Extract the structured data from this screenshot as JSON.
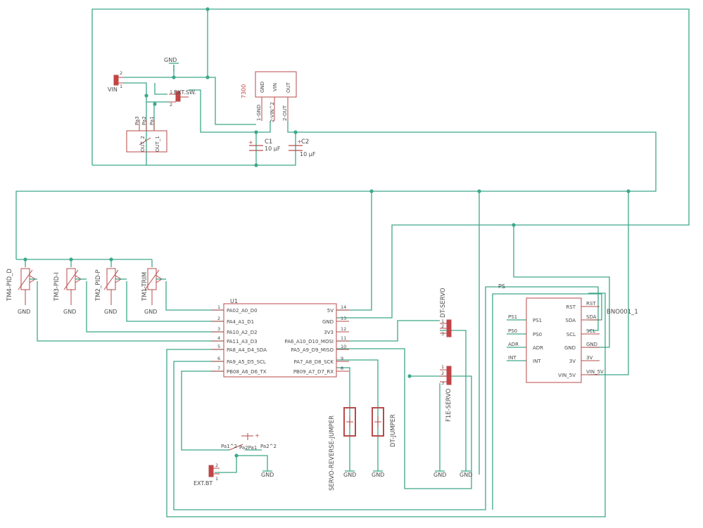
{
  "regulator": {
    "name": "7300",
    "pins": [
      "GND",
      "VIN",
      "OUT"
    ],
    "pin_labels": [
      "1-GND",
      "2-VIN^2",
      "2-OUT"
    ]
  },
  "capacitors": [
    {
      "name": "C1",
      "value": "10 µF"
    },
    {
      "name": "C2",
      "value": "10 µF"
    }
  ],
  "power": {
    "vin": "VIN",
    "gnd_top": "GND",
    "ext_sw": "EXT.SW.",
    "gnd": "GND",
    "switch_pins": [
      "Pa3",
      "Pa2",
      "Pa1"
    ],
    "switch_outs": [
      "OUT_2",
      "OUT_1"
    ]
  },
  "trimpots": [
    {
      "name": "TM4-PID_D"
    },
    {
      "name": "TM3-PID-I"
    },
    {
      "name": "TM2_PID-P"
    },
    {
      "name": "TM1-TRIM"
    }
  ],
  "mcu": {
    "name": "U1",
    "left_pins": [
      {
        "num": "1",
        "label": "PA02_A0_D0"
      },
      {
        "num": "2",
        "label": "PA4_A1_D1"
      },
      {
        "num": "3",
        "label": "PA10_A2_D2"
      },
      {
        "num": "4",
        "label": "PA11_A3_D3"
      },
      {
        "num": "5",
        "label": "PA8_A4_D4_SDA"
      },
      {
        "num": "6",
        "label": "PA9_A5_D5_SCL"
      },
      {
        "num": "7",
        "label": "PB08_A6_D6_TX"
      }
    ],
    "right_pins": [
      {
        "num": "14",
        "label": "5V"
      },
      {
        "num": "13",
        "label": "GND"
      },
      {
        "num": "12",
        "label": "3V3"
      },
      {
        "num": "11",
        "label": "PA6_A10_D10_MOSI"
      },
      {
        "num": "10",
        "label": "PA5_A9_D9_MISO"
      },
      {
        "num": "9",
        "label": "PA7_A8_D8_SCK"
      },
      {
        "num": "8",
        "label": "PB09_A7_D7_RX"
      }
    ]
  },
  "servos": [
    {
      "name": "DT-SERVO",
      "pins": [
        "1",
        "2",
        "3"
      ]
    },
    {
      "name": "F1E-SERVO",
      "pins": [
        "1",
        "2",
        "3"
      ]
    }
  ],
  "jumpers": [
    {
      "name": "SERVO-REVERSE-JUMPER"
    },
    {
      "name": "DT-JUMPER"
    }
  ],
  "sensor": {
    "name": "BNO001_1",
    "net_label": "PS",
    "left_pins": [
      "PS1",
      "PS0",
      "ADR",
      "INT"
    ],
    "right_pins": [
      "RST",
      "SDA",
      "SCL",
      "GND",
      "3V",
      "VIN_5V"
    ],
    "left_nets": [
      "PS1",
      "PS0",
      "ADR",
      "INT"
    ],
    "right_nets": [
      "RST",
      "SDA",
      "SCL",
      "GND",
      "3V",
      "VIN_5V"
    ]
  },
  "bt": {
    "name": "EXT.BT",
    "pins": [
      "2",
      "1"
    ],
    "switch_labels": [
      "Pa1^2",
      "Pa2Pa1",
      "Pa2^2"
    ]
  },
  "gnd_label": "GND",
  "colors": {
    "wire": "#3da88a",
    "part": "#b84a4a",
    "text": "#4a4a4a"
  }
}
